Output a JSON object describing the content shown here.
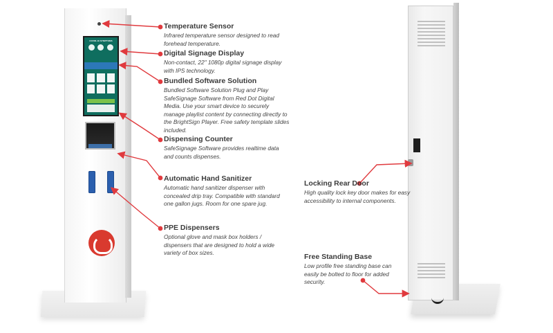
{
  "colors": {
    "accent": "#e03a3e",
    "cabinet": "#f4f4f4",
    "screen": "#0f6e5f",
    "logo": "#d93a2f",
    "ppe": "#2b5fae"
  },
  "kiosk_front": {
    "screen_title": "COVID-19 SYMPTOMS",
    "logo_icon": "red-circle-logo-icon"
  },
  "kiosk_rear": {
    "lock_icon": "key-lock-icon"
  },
  "callouts": [
    {
      "title": "Temperature Sensor",
      "body": "Infrared temperature sensor designed to read forehead temperature."
    },
    {
      "title": "Digital Signage Display",
      "body": "Non-contact, 22\" 1080p digital signage display with IPS technology."
    },
    {
      "title": "Bundled Software Solution",
      "body": "Bundled Software Solution Plug and Play SafeSignage Software from Red Dot Digital Media. Use your smart device to securely manage playlist content by connecting directly to the BrightSign Player. Free safety template slides included."
    },
    {
      "title": "Dispensing Counter",
      "body": "SafeSignage Software provides realtime data and counts dispenses."
    },
    {
      "title": "Automatic Hand Sanitizer",
      "body": "Automatic hand sanitizer dispenser with concealed drip tray. Compatible with standard one gallon jugs. Room for one spare jug."
    },
    {
      "title": "PPE Dispensers",
      "body": "Optional glove and mask box holders / dispensers that are designed to hold a wide variety of box sizes."
    },
    {
      "title": "Locking Rear Door",
      "body": "High quality lock key door makes for easy accessibility to internal components."
    },
    {
      "title": "Free Standing Base",
      "body": "Low profile free standing base can easily be bolted to floor for added security."
    }
  ]
}
